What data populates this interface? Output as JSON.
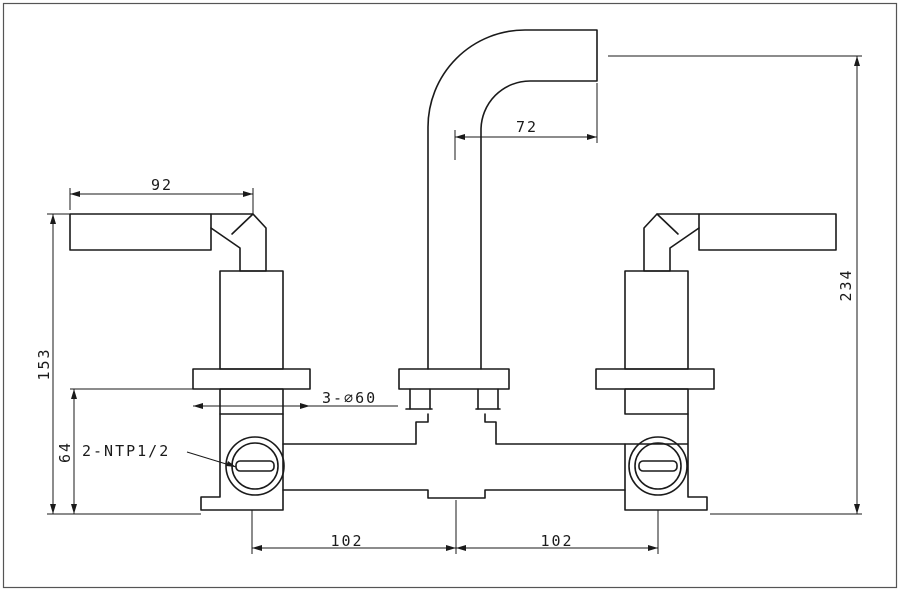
{
  "dimensions": {
    "handle_reach": "92",
    "spout_reach": "72",
    "total_height": "234",
    "handle_height": "153",
    "base_height": "64",
    "hole_callout": "3-∅60",
    "inlet_callout": "2-NTP1/2",
    "spacing_left": "102",
    "spacing_right": "102"
  },
  "colors": {
    "line": "#1a1a1a",
    "background": "#ffffff",
    "frame": "#555555"
  }
}
